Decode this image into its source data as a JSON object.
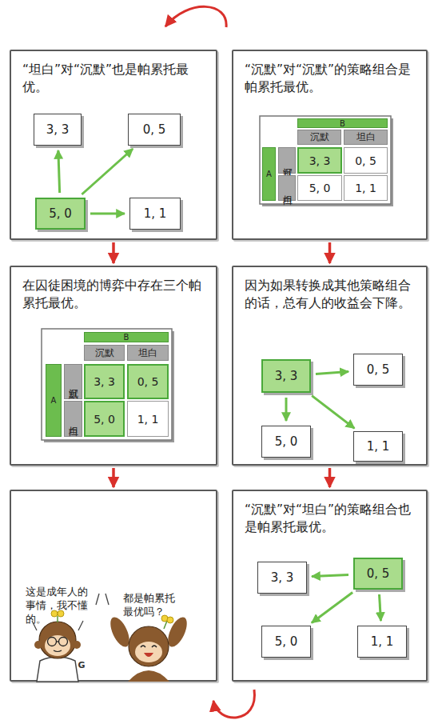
{
  "diagram": {
    "nodes": [
      {
        "text": [
          "“坦白”对“沉默”也是帕累托最优。"
        ]
      },
      {
        "text": [
          "3, 3"
        ],
        "in": 0
      },
      {
        "text": [
          "0, 5"
        ],
        "in": 0
      },
      {
        "text": [
          "5, 0"
        ],
        "in": 0
      },
      {
        "text": [
          "1, 1"
        ],
        "in": 0
      },
      {
        "text": [
          "“沉默”对“沉默”的策略组合是帕累托最优。"
        ]
      },
      {
        "text": [
          "在囚徒困境的博弈中存在三个帕累托最优。"
        ]
      },
      {
        "text": [
          "因为如果转换成其他策略组合的话，总有人的收益会下降。"
        ]
      },
      {
        "text": [
          "3, 3"
        ],
        "in": 7
      },
      {
        "text": [
          "0, 5"
        ],
        "in": 7
      },
      {
        "text": [
          "5, 0"
        ],
        "in": 7
      },
      {
        "text": [
          "1, 1"
        ],
        "in": 7
      },
      {
        "text": [
          "这是成年人的事情，我不懂的。",
          "都是帕累托最优吗？"
        ]
      },
      {
        "text": [
          "“沉默”对“坦白”的策略组合也是帕累托最优。"
        ]
      },
      {
        "text": [
          "3, 3"
        ],
        "in": 13
      },
      {
        "text": [
          "0, 5"
        ],
        "in": 13
      },
      {
        "text": [
          "5, 0"
        ],
        "in": 13
      },
      {
        "text": [
          "1, 1"
        ],
        "in": 13
      }
    ],
    "edges": [
      {
        "from": 3,
        "to": 1,
        "arrow": "to"
      },
      {
        "from": 3,
        "to": 2,
        "arrow": "to"
      },
      {
        "from": 3,
        "to": 4,
        "arrow": "to"
      },
      {
        "from": 8,
        "to": 9,
        "arrow": "to"
      },
      {
        "from": 8,
        "to": 10,
        "arrow": "to"
      },
      {
        "from": 8,
        "to": 11,
        "arrow": "to"
      },
      {
        "from": 15,
        "to": 14,
        "arrow": "to"
      },
      {
        "from": 15,
        "to": 16,
        "arrow": "to"
      },
      {
        "from": 15,
        "to": 17,
        "arrow": "to"
      },
      {
        "from": 0,
        "to": 6,
        "arrow": "to"
      },
      {
        "from": 6,
        "to": 12,
        "arrow": "to"
      },
      {
        "from": 5,
        "to": 7,
        "arrow": "to"
      },
      {
        "from": 7,
        "to": 13,
        "arrow": "to"
      }
    ],
    "labels": [
      "B",
      "沉默",
      "坦白",
      "A",
      "沉默",
      "坦白",
      "3, 3",
      "0, 5",
      "5, 0",
      "1, 1",
      "B",
      "沉默",
      "坦白",
      "A",
      "沉默",
      "坦白",
      "3, 3",
      "0, 5",
      "5, 0",
      "1, 1",
      "G"
    ]
  }
}
